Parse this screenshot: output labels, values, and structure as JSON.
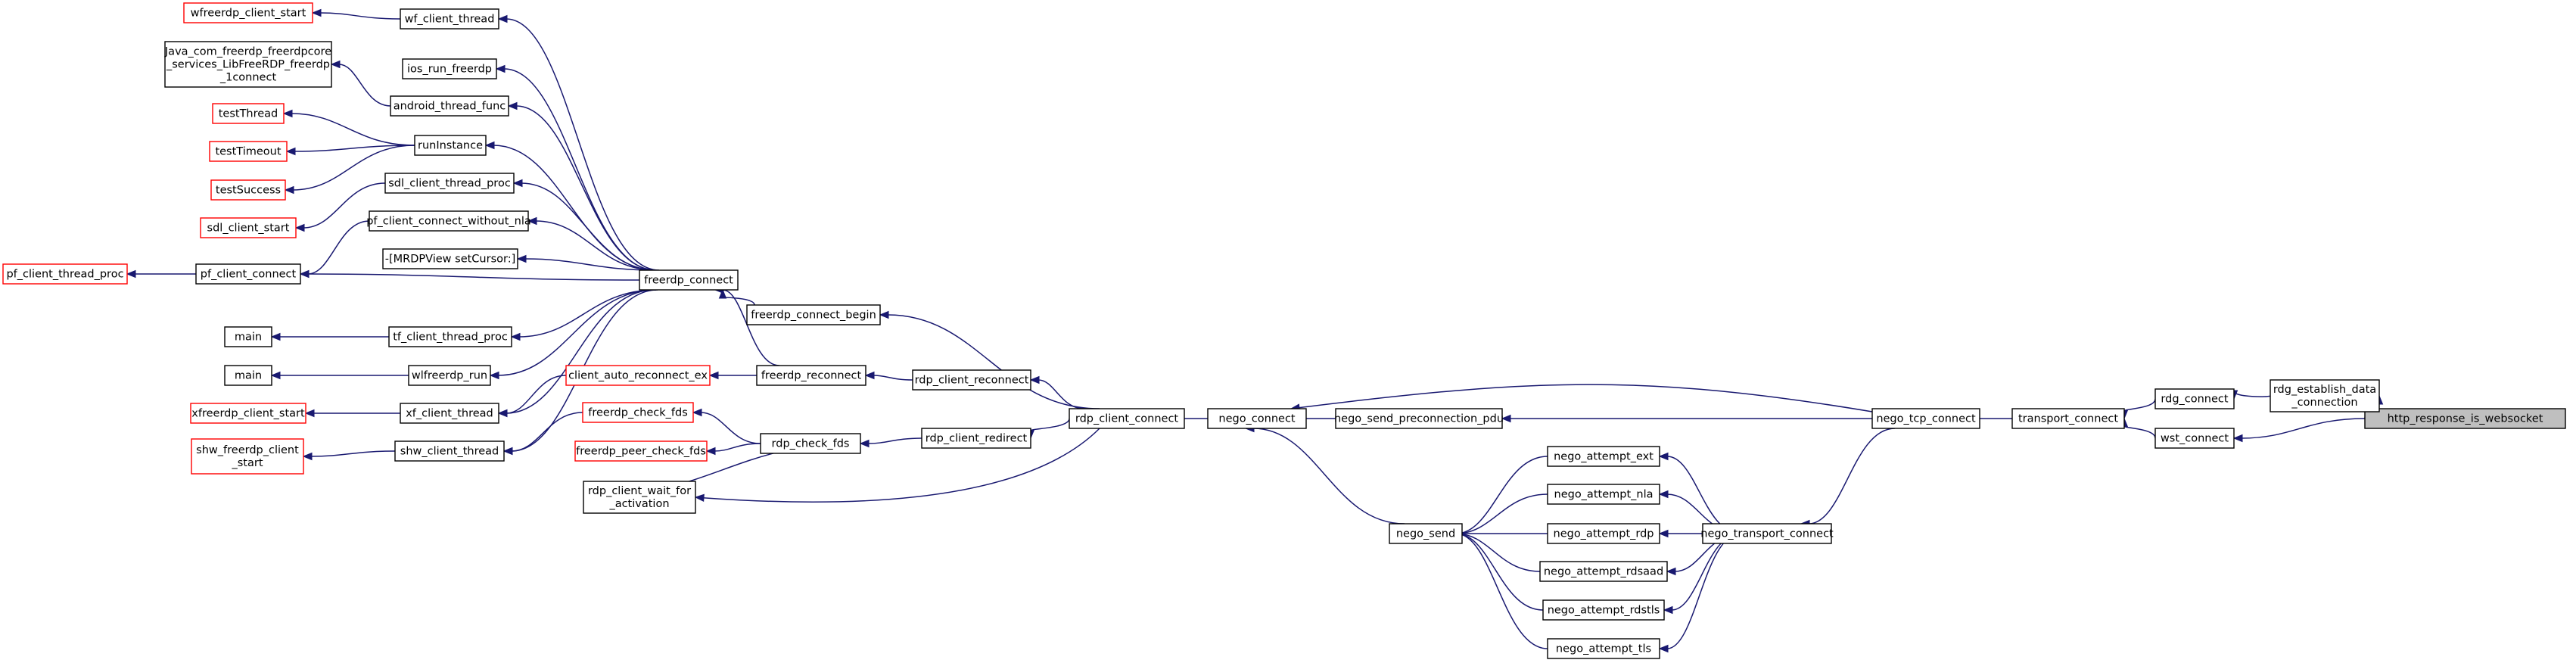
{
  "diagram_type": "call-graph",
  "colors": {
    "edge": "#191970",
    "node_border_default": "#000000",
    "node_border_truncated": "#ff0000",
    "node_fill_default": "#ffffff",
    "node_fill_focus": "#bfbfbf"
  },
  "nodes": [
    {
      "id": "http_response_is_websocket",
      "label": [
        "http_response_is_websocket"
      ],
      "style": "focus"
    },
    {
      "id": "rdg_establish_data_connection",
      "label": [
        "rdg_establish_data",
        "_connection"
      ],
      "style": "normal"
    },
    {
      "id": "wst_connect",
      "label": [
        "wst_connect"
      ],
      "style": "normal"
    },
    {
      "id": "rdg_connect",
      "label": [
        "rdg_connect"
      ],
      "style": "normal"
    },
    {
      "id": "transport_connect",
      "label": [
        "transport_connect"
      ],
      "style": "normal"
    },
    {
      "id": "nego_tcp_connect",
      "label": [
        "nego_tcp_connect"
      ],
      "style": "normal"
    },
    {
      "id": "nego_transport_connect",
      "label": [
        "nego_transport_connect"
      ],
      "style": "normal"
    },
    {
      "id": "nego_send_preconnection_pdu",
      "label": [
        "nego_send_preconnection_pdu"
      ],
      "style": "normal"
    },
    {
      "id": "nego_connect",
      "label": [
        "nego_connect"
      ],
      "style": "normal"
    },
    {
      "id": "nego_attempt_ext",
      "label": [
        "nego_attempt_ext"
      ],
      "style": "normal"
    },
    {
      "id": "nego_attempt_nla",
      "label": [
        "nego_attempt_nla"
      ],
      "style": "normal"
    },
    {
      "id": "nego_attempt_rdp",
      "label": [
        "nego_attempt_rdp"
      ],
      "style": "normal"
    },
    {
      "id": "nego_attempt_rdsaad",
      "label": [
        "nego_attempt_rdsaad"
      ],
      "style": "normal"
    },
    {
      "id": "nego_attempt_rdstls",
      "label": [
        "nego_attempt_rdstls"
      ],
      "style": "normal"
    },
    {
      "id": "nego_attempt_tls",
      "label": [
        "nego_attempt_tls"
      ],
      "style": "normal"
    },
    {
      "id": "nego_send",
      "label": [
        "nego_send"
      ],
      "style": "normal"
    },
    {
      "id": "rdp_client_connect",
      "label": [
        "rdp_client_connect"
      ],
      "style": "normal"
    },
    {
      "id": "freerdp_connect_begin",
      "label": [
        "freerdp_connect_begin"
      ],
      "style": "normal"
    },
    {
      "id": "rdp_client_reconnect",
      "label": [
        "rdp_client_reconnect"
      ],
      "style": "normal"
    },
    {
      "id": "rdp_client_redirect",
      "label": [
        "rdp_client_redirect"
      ],
      "style": "normal"
    },
    {
      "id": "rdp_client_wait_for_activation",
      "label": [
        "rdp_client_wait_for",
        "_activation"
      ],
      "style": "normal"
    },
    {
      "id": "freerdp_connect",
      "label": [
        "freerdp_connect"
      ],
      "style": "normal"
    },
    {
      "id": "freerdp_reconnect",
      "label": [
        "freerdp_reconnect"
      ],
      "style": "normal"
    },
    {
      "id": "rdp_check_fds",
      "label": [
        "rdp_check_fds"
      ],
      "style": "normal"
    },
    {
      "id": "client_auto_reconnect_ex",
      "label": [
        "client_auto_reconnect_ex"
      ],
      "style": "truncated"
    },
    {
      "id": "freerdp_check_fds",
      "label": [
        "freerdp_check_fds"
      ],
      "style": "truncated"
    },
    {
      "id": "freerdp_peer_check_fds",
      "label": [
        "freerdp_peer_check_fds"
      ],
      "style": "truncated"
    },
    {
      "id": "wf_client_thread",
      "label": [
        "wf_client_thread"
      ],
      "style": "normal"
    },
    {
      "id": "ios_run_freerdp",
      "label": [
        "ios_run_freerdp"
      ],
      "style": "normal"
    },
    {
      "id": "android_thread_func",
      "label": [
        "android_thread_func"
      ],
      "style": "normal"
    },
    {
      "id": "runInstance",
      "label": [
        "runInstance"
      ],
      "style": "normal"
    },
    {
      "id": "sdl_client_thread_proc",
      "label": [
        "sdl_client_thread_proc"
      ],
      "style": "normal"
    },
    {
      "id": "pf_client_connect_without_nla",
      "label": [
        "pf_client_connect_without_nla"
      ],
      "style": "normal"
    },
    {
      "id": "MRDPView_setCursor",
      "label": [
        "-[MRDPView setCursor:]"
      ],
      "style": "normal"
    },
    {
      "id": "pf_client_connect",
      "label": [
        "pf_client_connect"
      ],
      "style": "normal"
    },
    {
      "id": "tf_client_thread_proc",
      "label": [
        "tf_client_thread_proc"
      ],
      "style": "normal"
    },
    {
      "id": "wlfreerdp_run",
      "label": [
        "wlfreerdp_run"
      ],
      "style": "normal"
    },
    {
      "id": "xf_client_thread",
      "label": [
        "xf_client_thread"
      ],
      "style": "normal"
    },
    {
      "id": "shw_client_thread",
      "label": [
        "shw_client_thread"
      ],
      "style": "normal"
    },
    {
      "id": "wfreerdp_client_start",
      "label": [
        "wfreerdp_client_start"
      ],
      "style": "truncated"
    },
    {
      "id": "java_connect",
      "label": [
        "Java_com_freerdp_freerdpcore",
        "_services_LibFreeRDP_freerdp",
        "_1connect"
      ],
      "style": "normal"
    },
    {
      "id": "testThread",
      "label": [
        "testThread"
      ],
      "style": "truncated"
    },
    {
      "id": "testTimeout",
      "label": [
        "testTimeout"
      ],
      "style": "truncated"
    },
    {
      "id": "testSuccess",
      "label": [
        "testSuccess"
      ],
      "style": "truncated"
    },
    {
      "id": "sdl_client_start",
      "label": [
        "sdl_client_start"
      ],
      "style": "truncated"
    },
    {
      "id": "pf_client_thread_proc",
      "label": [
        "pf_client_thread_proc"
      ],
      "style": "truncated"
    },
    {
      "id": "main_tf",
      "label": [
        "main"
      ],
      "style": "normal"
    },
    {
      "id": "main_wl",
      "label": [
        "main"
      ],
      "style": "normal"
    },
    {
      "id": "xfreerdp_client_start",
      "label": [
        "xfreerdp_client_start"
      ],
      "style": "truncated"
    },
    {
      "id": "shw_freerdp_client_start",
      "label": [
        "shw_freerdp_client",
        "_start"
      ],
      "style": "truncated"
    }
  ],
  "edges": [
    {
      "from": "http_response_is_websocket",
      "to": "rdg_establish_data_connection"
    },
    {
      "from": "http_response_is_websocket",
      "to": "wst_connect"
    },
    {
      "from": "rdg_establish_data_connection",
      "to": "rdg_connect"
    },
    {
      "from": "rdg_connect",
      "to": "transport_connect"
    },
    {
      "from": "wst_connect",
      "to": "transport_connect"
    },
    {
      "from": "transport_connect",
      "to": "nego_tcp_connect"
    },
    {
      "from": "nego_tcp_connect",
      "to": "nego_connect"
    },
    {
      "from": "nego_tcp_connect",
      "to": "nego_send_preconnection_pdu"
    },
    {
      "from": "nego_tcp_connect",
      "to": "nego_transport_connect"
    },
    {
      "from": "nego_send_preconnection_pdu",
      "to": "nego_connect"
    },
    {
      "from": "nego_transport_connect",
      "to": "nego_attempt_ext"
    },
    {
      "from": "nego_transport_connect",
      "to": "nego_attempt_nla"
    },
    {
      "from": "nego_transport_connect",
      "to": "nego_attempt_rdp"
    },
    {
      "from": "nego_transport_connect",
      "to": "nego_attempt_rdsaad"
    },
    {
      "from": "nego_transport_connect",
      "to": "nego_attempt_rdstls"
    },
    {
      "from": "nego_transport_connect",
      "to": "nego_attempt_tls"
    },
    {
      "from": "nego_attempt_ext",
      "to": "nego_send"
    },
    {
      "from": "nego_attempt_nla",
      "to": "nego_send"
    },
    {
      "from": "nego_attempt_rdp",
      "to": "nego_send"
    },
    {
      "from": "nego_attempt_rdsaad",
      "to": "nego_send"
    },
    {
      "from": "nego_attempt_rdstls",
      "to": "nego_send"
    },
    {
      "from": "nego_attempt_tls",
      "to": "nego_send"
    },
    {
      "from": "nego_send",
      "to": "nego_connect"
    },
    {
      "from": "nego_connect",
      "to": "rdp_client_connect"
    },
    {
      "from": "rdp_client_connect",
      "to": "freerdp_connect_begin"
    },
    {
      "from": "rdp_client_connect",
      "to": "rdp_client_reconnect"
    },
    {
      "from": "rdp_client_connect",
      "to": "rdp_client_redirect"
    },
    {
      "from": "rdp_client_connect",
      "to": "rdp_client_wait_for_activation"
    },
    {
      "from": "freerdp_connect_begin",
      "to": "freerdp_connect"
    },
    {
      "from": "rdp_client_reconnect",
      "to": "freerdp_reconnect"
    },
    {
      "from": "rdp_client_redirect",
      "to": "rdp_check_fds"
    },
    {
      "from": "rdp_client_wait_for_activation",
      "to": "rdp_check_fds"
    },
    {
      "from": "freerdp_reconnect",
      "to": "freerdp_connect"
    },
    {
      "from": "freerdp_reconnect",
      "to": "client_auto_reconnect_ex"
    },
    {
      "from": "rdp_check_fds",
      "to": "freerdp_check_fds"
    },
    {
      "from": "rdp_check_fds",
      "to": "freerdp_peer_check_fds"
    },
    {
      "from": "client_auto_reconnect_ex",
      "to": "xf_client_thread"
    },
    {
      "from": "freerdp_check_fds",
      "to": "shw_client_thread"
    },
    {
      "from": "freerdp_connect",
      "to": "wf_client_thread"
    },
    {
      "from": "freerdp_connect",
      "to": "ios_run_freerdp"
    },
    {
      "from": "freerdp_connect",
      "to": "android_thread_func"
    },
    {
      "from": "freerdp_connect",
      "to": "runInstance"
    },
    {
      "from": "freerdp_connect",
      "to": "sdl_client_thread_proc"
    },
    {
      "from": "freerdp_connect",
      "to": "pf_client_connect_without_nla"
    },
    {
      "from": "freerdp_connect",
      "to": "MRDPView_setCursor"
    },
    {
      "from": "freerdp_connect",
      "to": "pf_client_connect"
    },
    {
      "from": "freerdp_connect",
      "to": "tf_client_thread_proc"
    },
    {
      "from": "freerdp_connect",
      "to": "wlfreerdp_run"
    },
    {
      "from": "freerdp_connect",
      "to": "xf_client_thread"
    },
    {
      "from": "freerdp_connect",
      "to": "shw_client_thread"
    },
    {
      "from": "wf_client_thread",
      "to": "wfreerdp_client_start"
    },
    {
      "from": "android_thread_func",
      "to": "java_connect"
    },
    {
      "from": "runInstance",
      "to": "testThread"
    },
    {
      "from": "runInstance",
      "to": "testTimeout"
    },
    {
      "from": "runInstance",
      "to": "testSuccess"
    },
    {
      "from": "sdl_client_thread_proc",
      "to": "sdl_client_start"
    },
    {
      "from": "pf_client_connect_without_nla",
      "to": "pf_client_connect"
    },
    {
      "from": "pf_client_connect",
      "to": "pf_client_thread_proc"
    },
    {
      "from": "tf_client_thread_proc",
      "to": "main_tf"
    },
    {
      "from": "wlfreerdp_run",
      "to": "main_wl"
    },
    {
      "from": "xf_client_thread",
      "to": "xfreerdp_client_start"
    },
    {
      "from": "shw_client_thread",
      "to": "shw_freerdp_client_start"
    }
  ]
}
